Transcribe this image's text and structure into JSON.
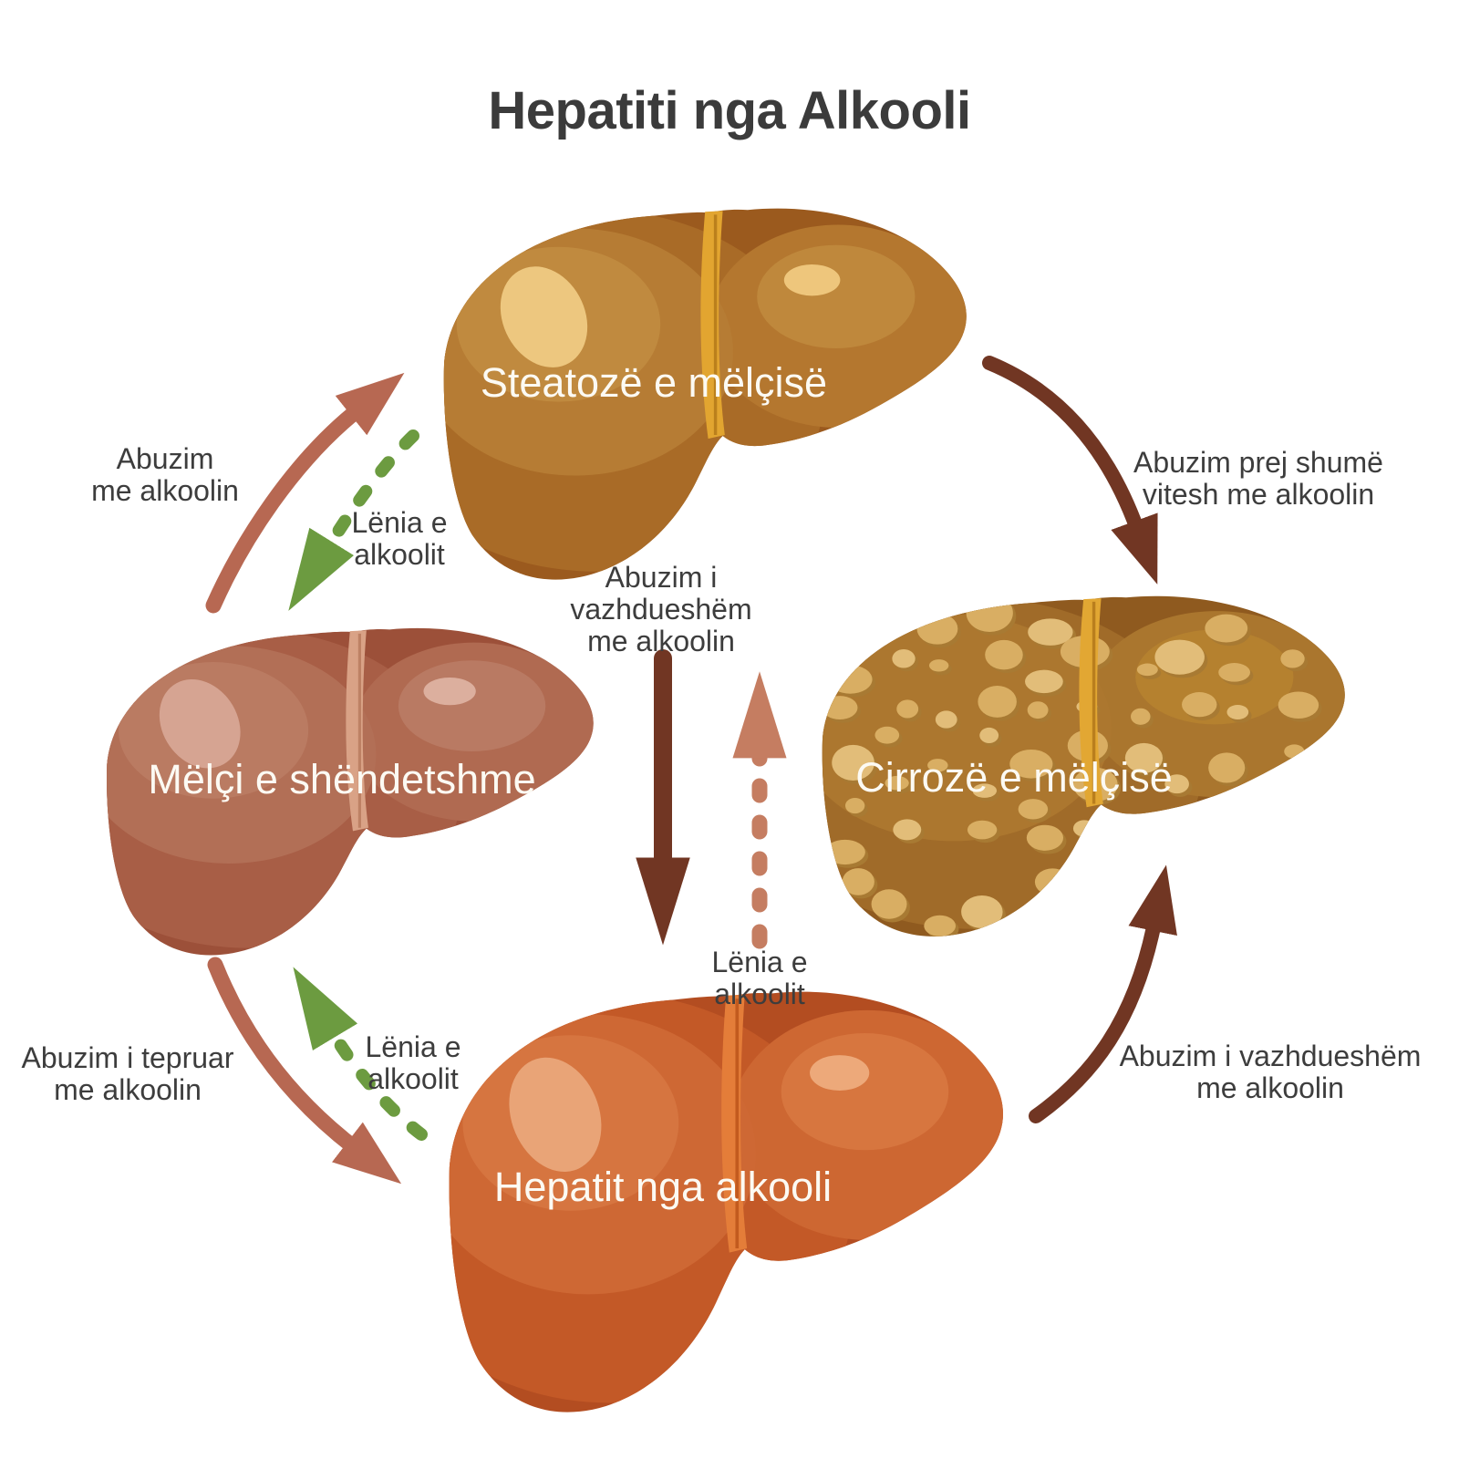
{
  "title": "Hepatiti nga Alkooli",
  "stages": {
    "healthy": {
      "label": "Mëlçi e shëndetshme",
      "color": "#a85e46"
    },
    "steatosis": {
      "label": "Steatozë e mëlçisë",
      "color": "#a96b27"
    },
    "cirrhosis": {
      "label": "Cirrozë e mëlçisë",
      "color": "#a06b29",
      "nodule_color": "#d9ae63"
    },
    "hepatitis": {
      "label": "Hepatit nga alkooli",
      "color": "#c35927"
    }
  },
  "transitions": {
    "healthy_to_steatosis": {
      "label": "Abuzim\nme alkoolin",
      "style": "solid",
      "color": "#b76852"
    },
    "steatosis_to_healthy": {
      "label": "Lënia e\nalkoolit",
      "style": "dashed",
      "color": "#6c9b40"
    },
    "steatosis_to_cirrhosis": {
      "label": "Abuzim prej shumë\nvitesh me alkoolin",
      "style": "solid",
      "color": "#713623"
    },
    "steatosis_to_hepatitis": {
      "label": "Abuzim i\nvazhdueshëm\nme alkoolin",
      "style": "solid",
      "color": "#713623"
    },
    "hepatitis_to_steatosis": {
      "label": "Lënia e\nalkoolit",
      "style": "dashed",
      "color": "#c57d61"
    },
    "healthy_to_hepatitis": {
      "label": "Abuzim i tepruar\nme alkoolin",
      "style": "solid",
      "color": "#b76852"
    },
    "hepatitis_to_healthy": {
      "label": "Lënia e\nalkoolit",
      "style": "dashed",
      "color": "#6c9b40"
    },
    "hepatitis_to_cirrhosis": {
      "label": "Abuzim i vazhdueshëm\nme alkoolin",
      "style": "solid",
      "color": "#713623"
    }
  },
  "colors": {
    "ink": "#3b3b3b",
    "note": "#3d3d3d",
    "label": "#fcfaf3",
    "salmon": "#b76852",
    "salmon_light": "#c57d61",
    "green": "#6c9b40",
    "dark_brown": "#713623",
    "background": "#ffffff"
  }
}
